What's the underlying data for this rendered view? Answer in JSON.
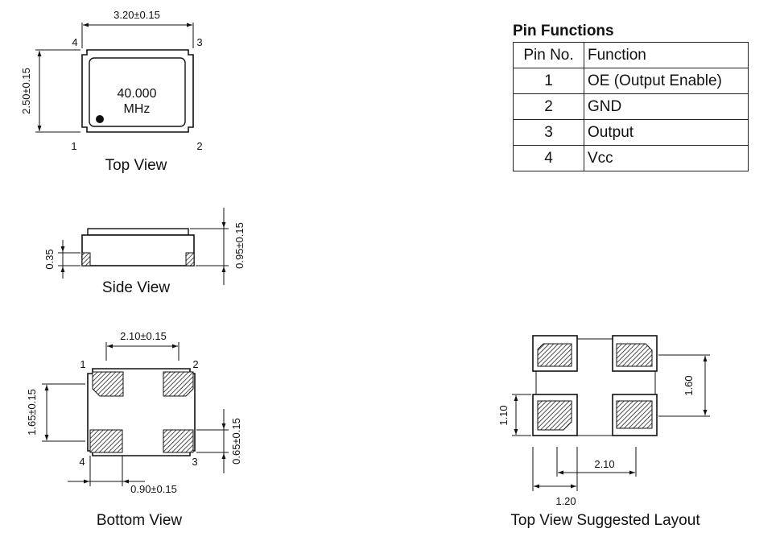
{
  "top_view": {
    "title": "Top View",
    "dim_width": "3.20±0.15",
    "dim_height": "2.50±0.15",
    "marking_line1": "40.000",
    "marking_line2": "MHz",
    "pins": [
      "1",
      "2",
      "3",
      "4"
    ]
  },
  "side_view": {
    "title": "Side View",
    "dim_pad_height": "0.35",
    "dim_total_height": "0.95±0.15"
  },
  "bottom_view": {
    "title": "Bottom View",
    "dim_pad_pitch_x": "2.10±0.15",
    "dim_pad_pitch_y": "1.65±0.15",
    "dim_pad_height": "0.65±0.15",
    "dim_pad_width": "0.90±0.15",
    "pins": [
      "1",
      "2",
      "3",
      "4"
    ]
  },
  "layout_view": {
    "title": "Top View Suggested Layout",
    "dim_pitch_y": "1.60",
    "dim_pad_y": "1.10",
    "dim_pitch_x": "2.10",
    "dim_pad_x": "1.20"
  },
  "pin_table": {
    "title": "Pin Functions",
    "headers": [
      "Pin No.",
      "Function"
    ],
    "rows": [
      {
        "pin": "1",
        "function": "OE (Output Enable)"
      },
      {
        "pin": "2",
        "function": "GND"
      },
      {
        "pin": "3",
        "function": "Output"
      },
      {
        "pin": "4",
        "function": "Vcc"
      }
    ]
  }
}
